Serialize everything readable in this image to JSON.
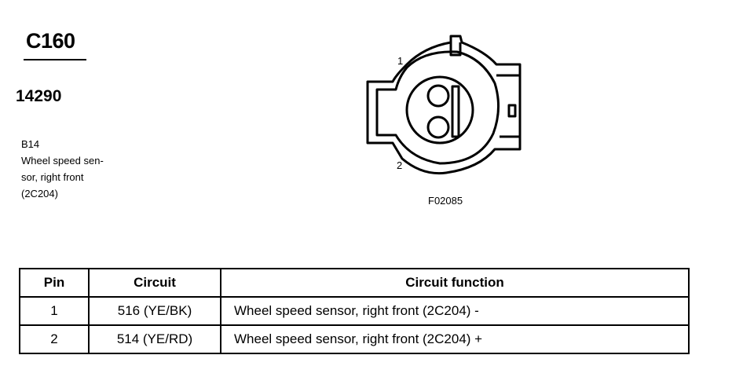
{
  "connector": {
    "id": "C160",
    "part_number": "14290",
    "component_code": "B14",
    "component_lines": [
      "Wheel speed sen-",
      "sor, right front",
      "(2C204)"
    ],
    "figure_code": "F02085",
    "diagram_pin_labels": [
      "1",
      "2"
    ]
  },
  "table": {
    "headers": [
      "Pin",
      "Circuit",
      "Circuit function"
    ],
    "rows": [
      {
        "pin": "1",
        "circuit": "516 (YE/BK)",
        "function": "Wheel speed sensor, right front (2C204) -"
      },
      {
        "pin": "2",
        "circuit": "514 (YE/RD)",
        "function": "Wheel speed sensor, right front (2C204) +"
      }
    ]
  }
}
